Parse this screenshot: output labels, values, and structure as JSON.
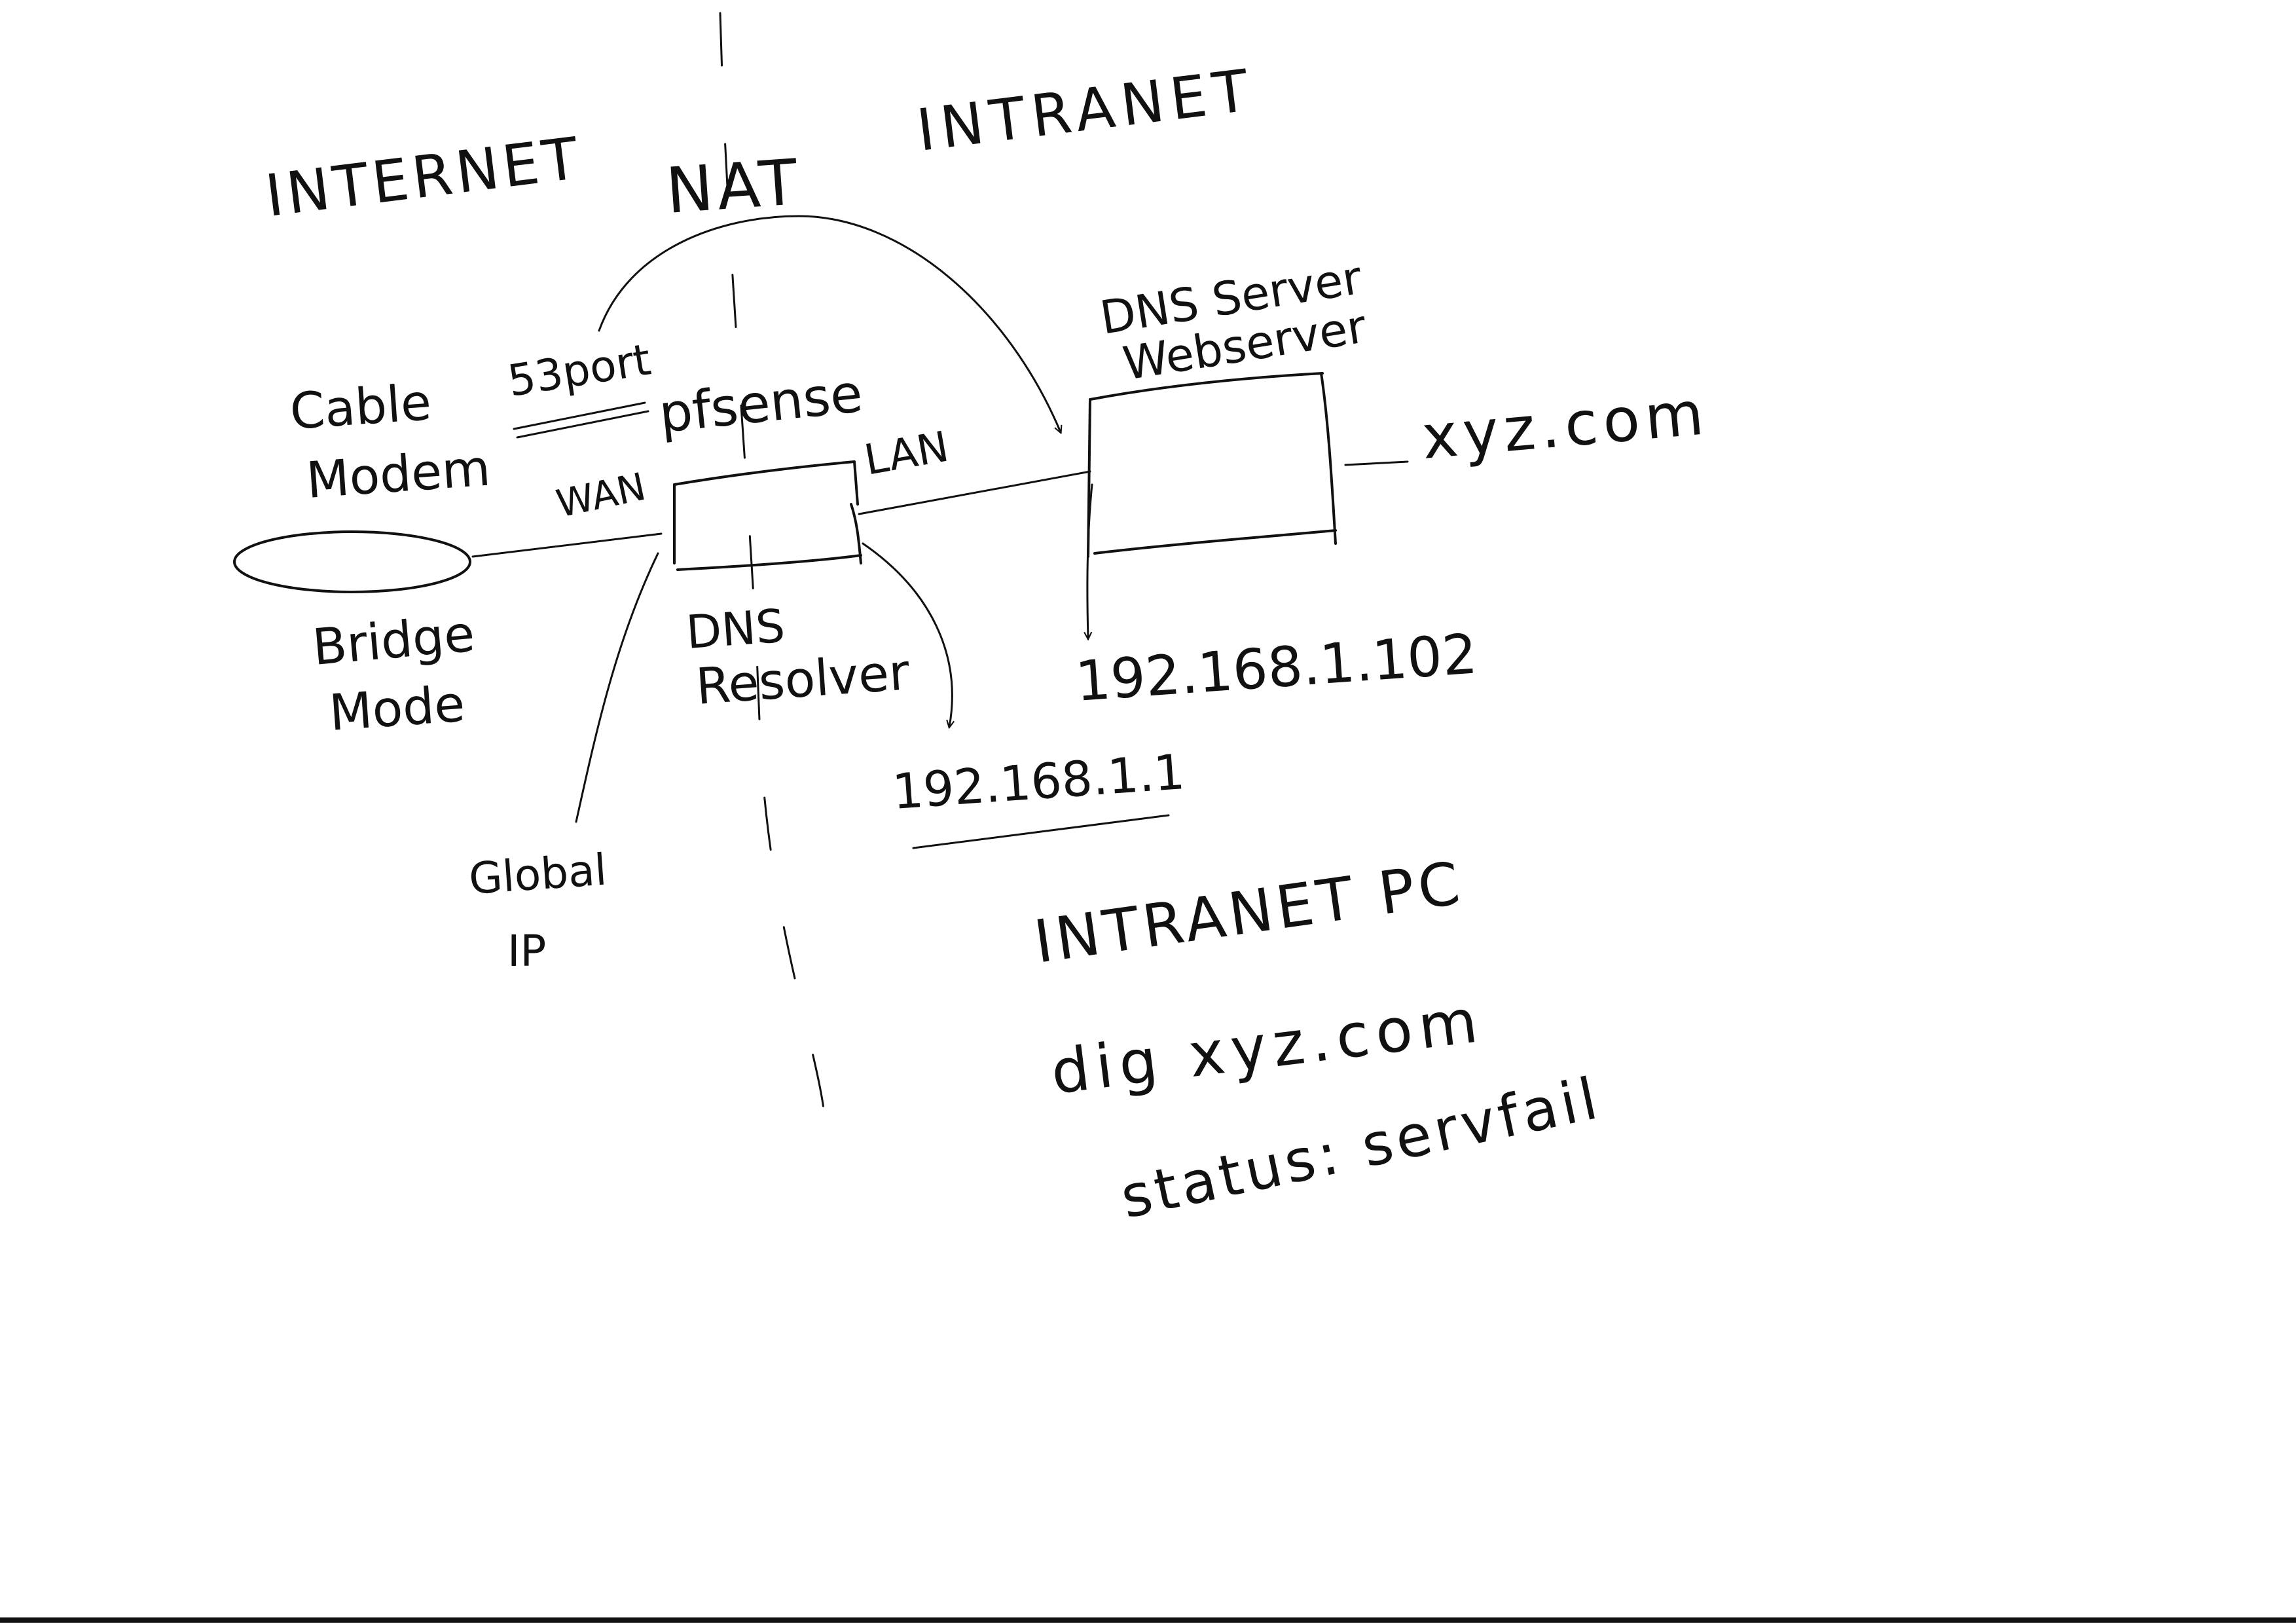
{
  "zones": {
    "internet": "INTERNET",
    "nat": "NAT",
    "intranet": "INTRANET"
  },
  "modem": {
    "line1": "Cable",
    "line2": "Modem",
    "mode_line1": "Bridge",
    "mode_line2": "Mode"
  },
  "port_note": "53port",
  "firewall": {
    "name": "pfsense",
    "wan": "WAN",
    "lan": "LAN",
    "resolver_line1": "DNS",
    "resolver_line2": "Resolver",
    "lan_ip": "192.168.1.1",
    "global_ip_line1": "Global",
    "global_ip_line2": "IP"
  },
  "server": {
    "line1": "DNS Server",
    "line2": "Webserver",
    "domain": "xyz.com",
    "ip": "192.168.1.102"
  },
  "client": {
    "title": "INTRANET PC",
    "command": "dig xyz.com",
    "result": "status: servfail"
  }
}
